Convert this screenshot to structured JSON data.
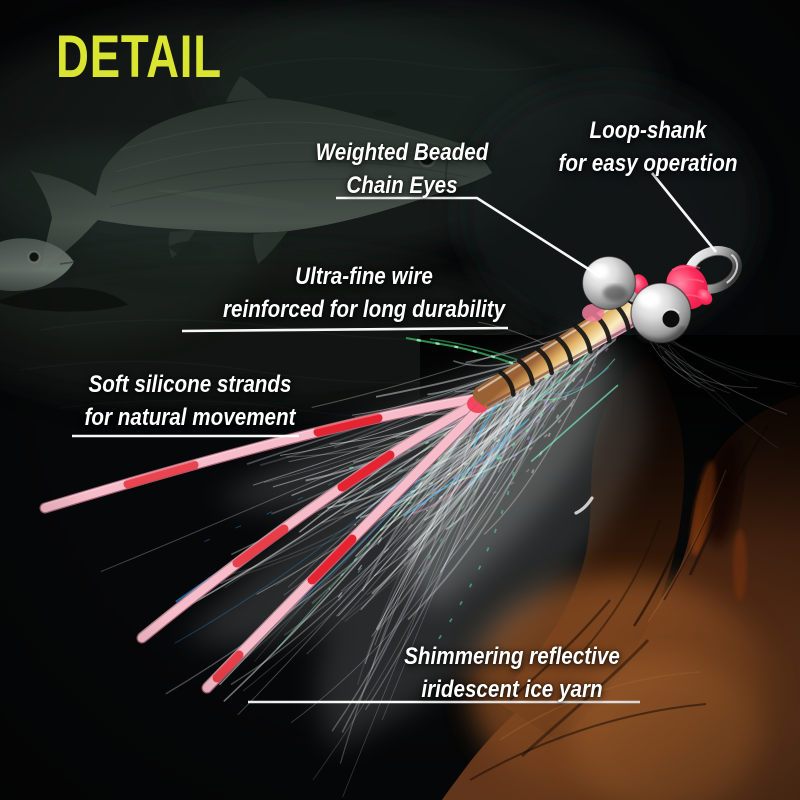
{
  "title": "DETAIL",
  "annotations": {
    "beaded_eyes": {
      "line1": "Weighted Beaded",
      "line2": "Chain Eyes"
    },
    "loop_shank": {
      "line1": "Loop-shank",
      "line2": "for easy operation"
    },
    "fine_wire": {
      "line1": "Ultra-fine wire",
      "line2": "reinforced for long durability"
    },
    "silicone_strands": {
      "line1": "Soft silicone strands",
      "line2": "for natural movement"
    },
    "ice_yarn": {
      "line1": "Shimmering reflective",
      "line2": "iridescent ice yarn"
    }
  },
  "colors": {
    "title_green": "#d9e531",
    "label_text": "#ffffff",
    "leader_line": "#ffffff",
    "thread_pink": "#ff2e5c",
    "bead_silver": "#c9c9c9",
    "tinsel_gold": "#e8c27a",
    "leg_pink": "#f7bcc9",
    "leg_red": "#e62330",
    "flash_green": "#39e08a",
    "wood_brown": "#6b3a1d",
    "background": "#060708"
  }
}
